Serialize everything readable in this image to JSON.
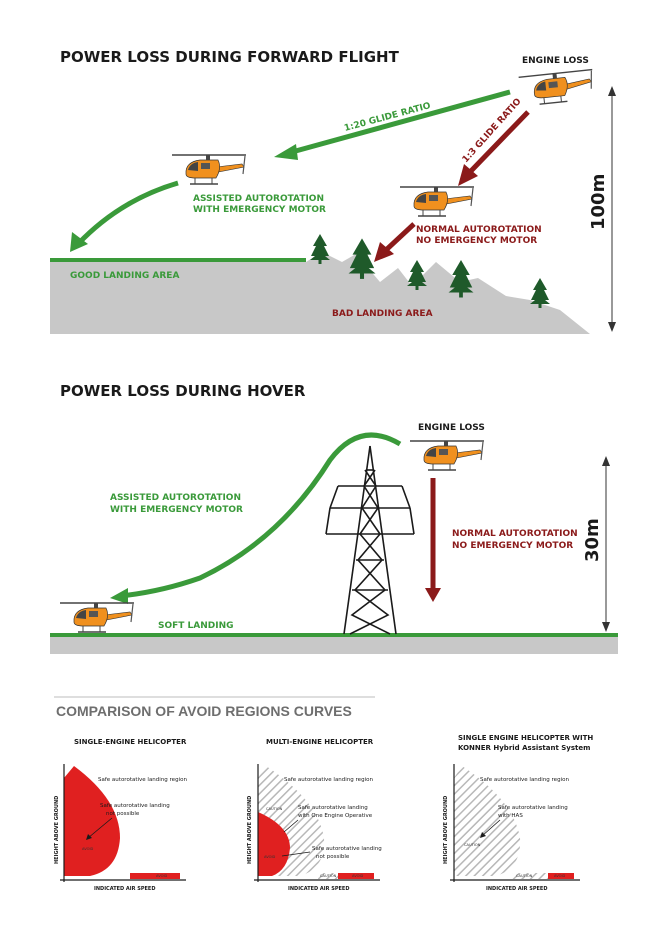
{
  "section1": {
    "title": "POWER LOSS DURING FORWARD FLIGHT",
    "engine_loss": "ENGINE LOSS",
    "glide_20": "1:20 GLIDE RATIO",
    "glide_3": "1:3 GLIDE RATIO",
    "assisted": [
      "ASSISTED AUTOROTATION",
      "WITH EMERGENCY MOTOR"
    ],
    "normal": [
      "NORMAL AUTOROTATION",
      "NO EMERGENCY MOTOR"
    ],
    "good_landing": "GOOD LANDING AREA",
    "bad_landing": "BAD LANDING AREA",
    "height": "100m"
  },
  "section2": {
    "title": "POWER LOSS DURING HOVER",
    "engine_loss": "ENGINE LOSS",
    "assisted": [
      "ASSISTED AUTOROTATION",
      "WITH EMERGENCY MOTOR"
    ],
    "normal": [
      "NORMAL AUTOROTATION",
      "NO EMERGENCY MOTOR"
    ],
    "soft_landing": "SOFT LANDING",
    "height": "30m"
  },
  "comparison": {
    "title": "COMPARISON OF AVOID REGIONS CURVES",
    "y_axis": "HEIGHT ABOVE GROUND",
    "x_axis": "INDICATED AIR SPEED",
    "panels": [
      {
        "title": [
          "SINGLE-ENGINE HELICOPTER"
        ],
        "safe": "Safe autorotative landing region",
        "note": [
          "Safe autorotative landing",
          "not possible"
        ],
        "avoid": "AVOID",
        "avoid2": "AVOID"
      },
      {
        "title": [
          "MULTI-ENGINE HELICOPTER"
        ],
        "safe": "Safe autorotative landing region",
        "note": [
          "Safe autorotative landing",
          "with One Engine Operative"
        ],
        "note2": [
          "Safe autorotative landing",
          "not possible"
        ],
        "caution": "CAUTION",
        "caution2": "CAUTION",
        "avoid": "AVOID",
        "avoid2": "AVOID"
      },
      {
        "title": [
          "SINGLE ENGINE HELICOPTER WITH",
          "KONNER Hybrid Assistant System"
        ],
        "safe": "Safe autorotative landing region",
        "note": [
          "Safe autorotative landing",
          "with HAS"
        ],
        "caution": "CAUTION",
        "caution2": "CAUTION",
        "avoid2": "AVOID"
      }
    ]
  },
  "colors": {
    "green": "#3a9a3a",
    "dark_red": "#8b1a1a",
    "red": "#e02020",
    "ground": "#c8c8c8",
    "heli_orange": "#f0901e",
    "tree": "#1f5a2a"
  }
}
